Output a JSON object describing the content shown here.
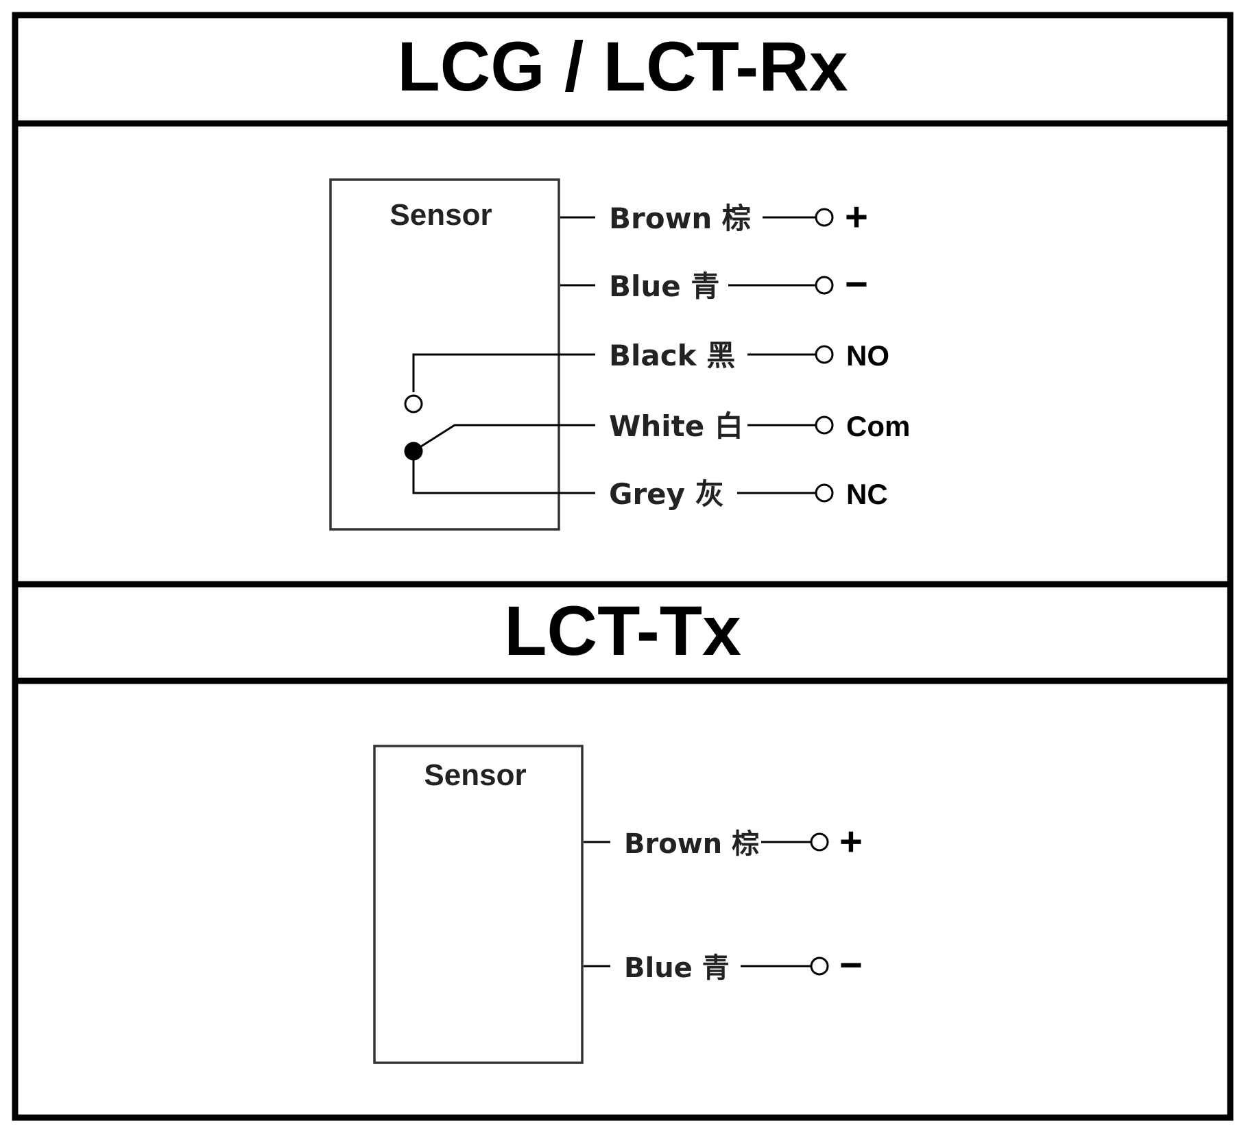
{
  "sections": [
    {
      "title": "LCG / LCT-Rx",
      "sensor_label": "Sensor",
      "wires": [
        {
          "color_name": "Brown",
          "color_cn": "棕",
          "terminal": "+"
        },
        {
          "color_name": "Blue",
          "color_cn": "青",
          "terminal": "−"
        },
        {
          "color_name": "Black",
          "color_cn": "黑",
          "terminal": "NO"
        },
        {
          "color_name": "White",
          "color_cn": "白",
          "terminal": "Com"
        },
        {
          "color_name": "Grey",
          "color_cn": "灰",
          "terminal": "NC"
        }
      ]
    },
    {
      "title": "LCT-Tx",
      "sensor_label": "Sensor",
      "wires": [
        {
          "color_name": "Brown",
          "color_cn": "棕",
          "terminal": "+"
        },
        {
          "color_name": "Blue",
          "color_cn": "青",
          "terminal": "−"
        }
      ]
    }
  ],
  "colors": {
    "line": "#000000",
    "box": "#333333",
    "background": "#ffffff"
  }
}
